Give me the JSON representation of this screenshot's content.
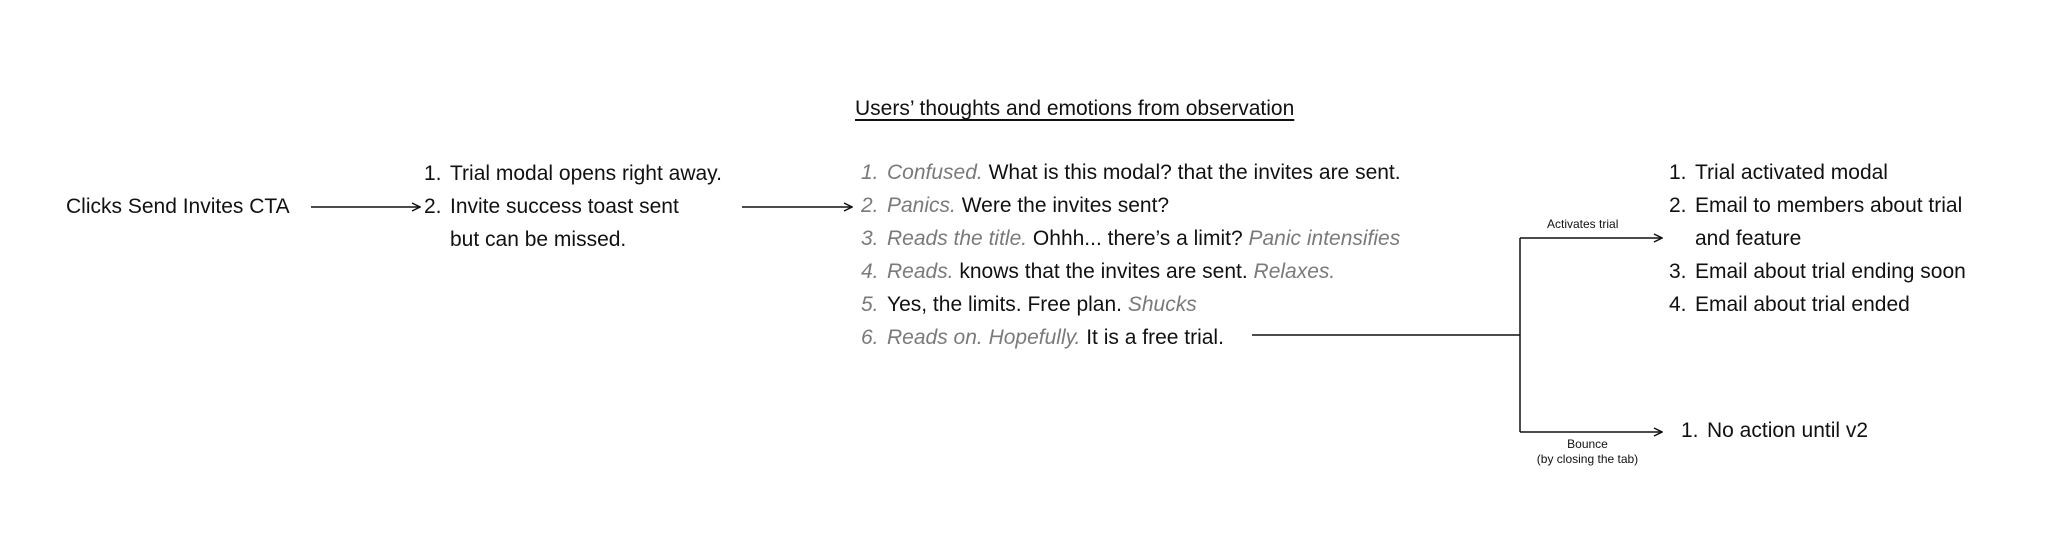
{
  "trigger": {
    "label": "Clicks Send Invites CTA"
  },
  "system_response": {
    "items": [
      {
        "num": "1.",
        "text": "Trial modal opens right away."
      },
      {
        "num": "2.",
        "text": "Invite success toast sent",
        "text2": "but can be missed."
      }
    ]
  },
  "observation": {
    "title": "Users’ thoughts and emotions from observation",
    "items": [
      {
        "num": "1.",
        "emotion": "Confused.",
        "thought": " What is this modal? that the invites are sent.",
        "after": ""
      },
      {
        "num": "2.",
        "emotion": "Panics.",
        "thought": " Were the invites sent?",
        "after": ""
      },
      {
        "num": "3.",
        "emotion": "Reads the title.",
        "thought": " Ohhh... there’s a limit? ",
        "after": "Panic intensifies"
      },
      {
        "num": "4.",
        "emotion": "Reads.",
        "thought": " knows that the invites are sent. ",
        "after": "Relaxes."
      },
      {
        "num": "5.",
        "emotion": "",
        "thought": "Yes, the limits. Free plan. ",
        "after": "Shucks"
      },
      {
        "num": "6.",
        "emotion": "Reads on. Hopefully.",
        "thought": " It is a free trial.",
        "after": ""
      }
    ]
  },
  "branches": {
    "activates": {
      "label": "Activates trial",
      "items": [
        {
          "num": "1.",
          "text": "Trial activated modal"
        },
        {
          "num": "2.",
          "text": "Email to members about trial",
          "text2": "and feature"
        },
        {
          "num": "3.",
          "text": "Email about trial ending soon"
        },
        {
          "num": "4.",
          "text": "Email about trial ended"
        }
      ]
    },
    "bounce": {
      "label": "Bounce",
      "sublabel": "(by closing the tab)",
      "items": [
        {
          "num": "1.",
          "text": "No action until v2"
        }
      ]
    }
  }
}
